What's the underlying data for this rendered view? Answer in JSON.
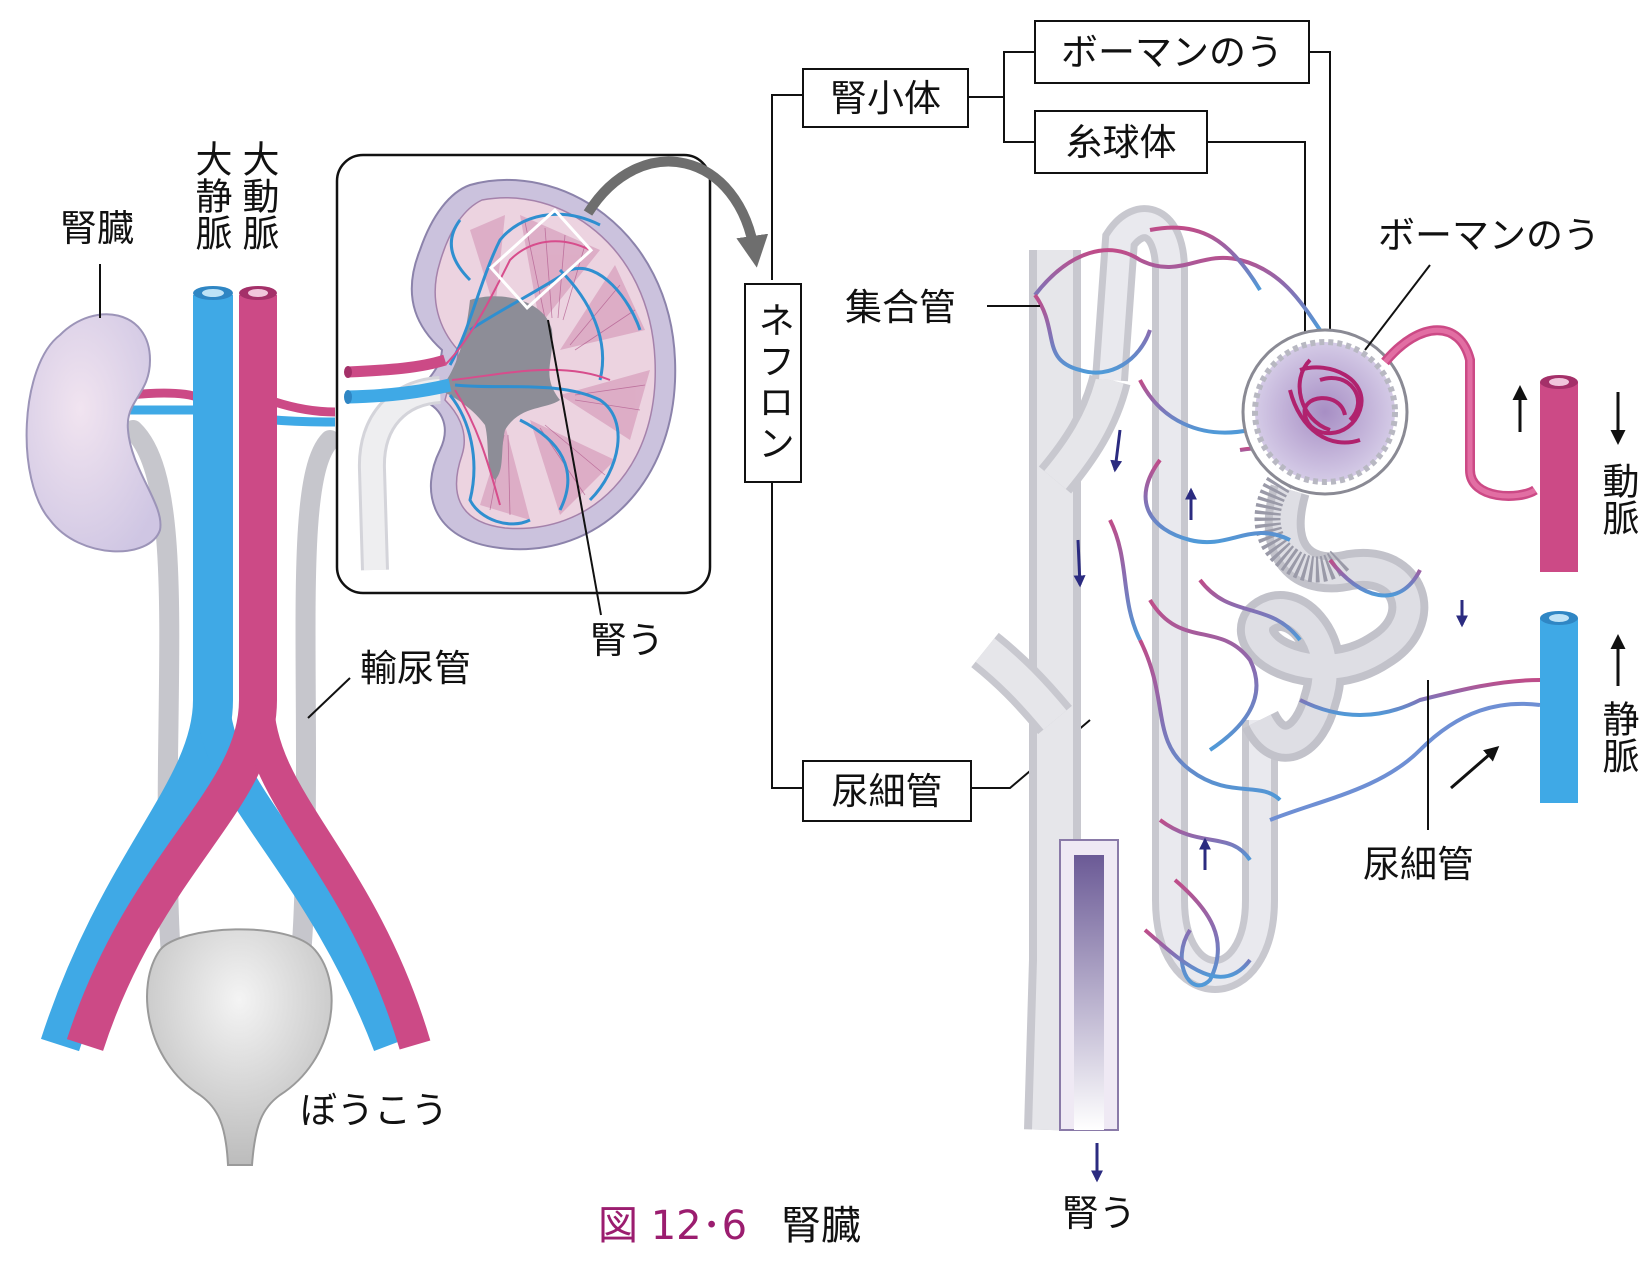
{
  "colors": {
    "artery": "#cc4a86",
    "vein": "#3fa9e6",
    "ureter": "#c9c9cf",
    "kidney": "#ddd3ea",
    "caption": "#9b1d6f",
    "arrow": "#2b2b80"
  },
  "left": {
    "kidney_label": "腎臓",
    "vena_cava_label": "大静脈",
    "aorta_label": "大動脈",
    "ureter_label": "輸尿管",
    "bladder_label": "ぼうこう"
  },
  "inset": {
    "pelvis_label": "腎う"
  },
  "tree": {
    "nephron_label": "ネフロン",
    "renal_corpuscle_label": "腎小体",
    "bowman_label": "ボーマンのう",
    "glomerulus_label": "糸球体",
    "tubule_label": "尿細管"
  },
  "detail": {
    "collecting_duct_label": "集合管",
    "bowman_label": "ボーマンのう",
    "artery_label": "動脈",
    "vein_label": "静脈",
    "tubule_label": "尿細管",
    "pelvis_label": "腎う"
  },
  "caption": {
    "number": "図 12･6",
    "title": "腎臓"
  }
}
